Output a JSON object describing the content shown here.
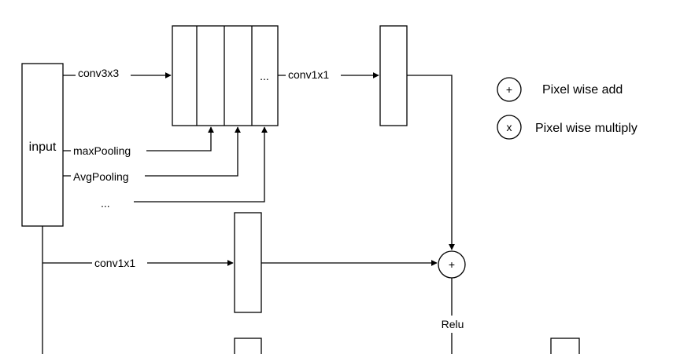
{
  "diagram": {
    "input_block": {
      "label": "input"
    },
    "branches": {
      "conv3x3": "conv3x3",
      "max_pooling": "maxPooling",
      "avg_pooling": "AvgPooling",
      "more": "..."
    },
    "concat_block": {
      "ellipsis": "..."
    },
    "top_conv": {
      "label": "conv1x1"
    },
    "skip_conv": {
      "label": "conv1x1"
    },
    "add_node": {
      "symbol": "+"
    },
    "activation": {
      "label": "Relu"
    },
    "legend": {
      "items": [
        {
          "symbol": "+",
          "label": "Pixel wise add"
        },
        {
          "symbol": "x",
          "label": "Pixel wise multiply"
        }
      ]
    }
  }
}
